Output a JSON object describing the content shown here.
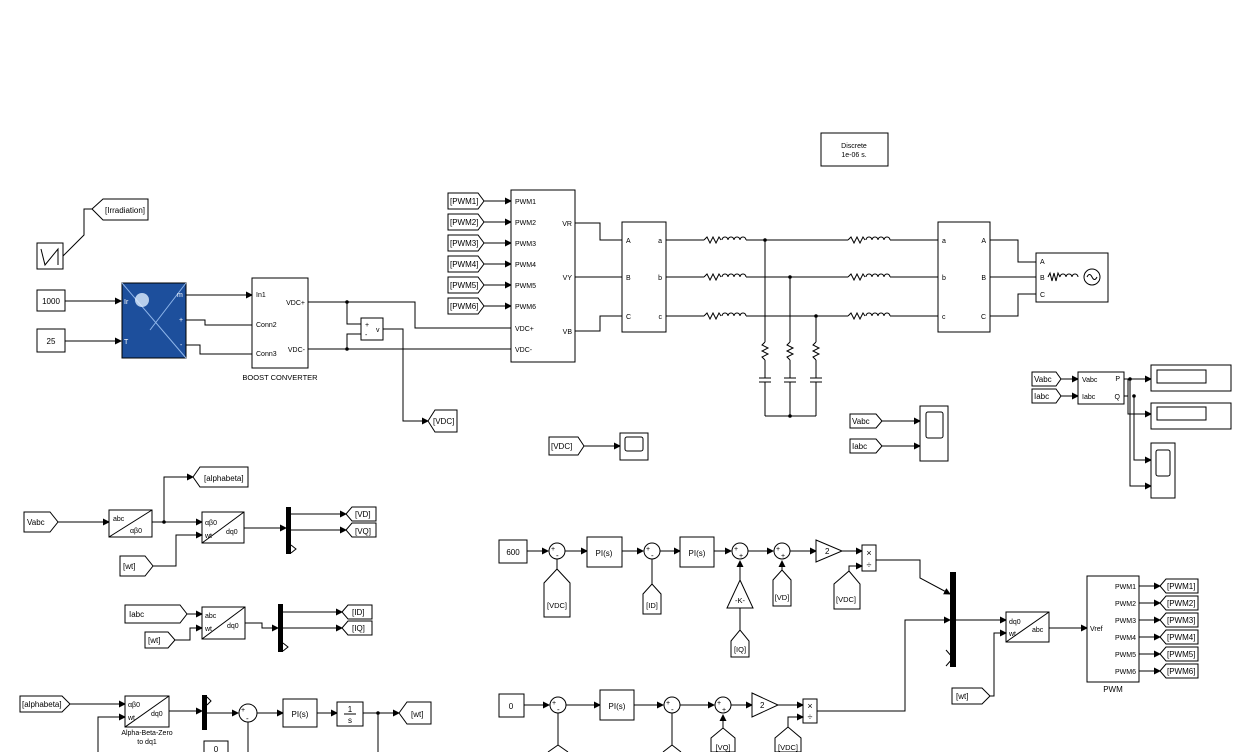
{
  "solver": {
    "line1": "Discrete",
    "line2": "1e-06 s."
  },
  "pv": {
    "irradiation_tag": "[Irradiation]",
    "const_irr": "1000",
    "const_temp": "25",
    "port_ir": "Ir",
    "port_t": "T",
    "port_m": "m",
    "port_plus": "+",
    "port_minus": "-"
  },
  "boost": {
    "label": "BOOST CONVERTER",
    "in1": "In1",
    "conn2": "Conn2",
    "conn3": "Conn3",
    "vdcp": "VDC+",
    "vdcm": "VDC-"
  },
  "vmeter": {
    "plus": "+",
    "minus": "-",
    "v": "v"
  },
  "vdc_tag": "[VDC]",
  "inverter": {
    "pwm_tags": [
      "[PWM1]",
      "[PWM2]",
      "[PWM3]",
      "[PWM4]",
      "[PWM5]",
      "[PWM6]"
    ],
    "ports_in": [
      "PWM1",
      "PWM2",
      "PWM3",
      "PWM4",
      "PWM5",
      "PWM6",
      "VDC+",
      "VDC-"
    ],
    "ports_out": [
      "VR",
      "VY",
      "VB"
    ]
  },
  "vim1": {
    "left": [
      "A",
      "B",
      "C"
    ],
    "right": [
      "a",
      "b",
      "c"
    ]
  },
  "vim2": {
    "left": [
      "a",
      "b",
      "c"
    ],
    "right": [
      "A",
      "B",
      "C"
    ]
  },
  "grid": {
    "ports": [
      "A",
      "B",
      "C"
    ]
  },
  "pq": {
    "in1_tag": "Vabc",
    "in2_tag": "Iabc",
    "in1": "Vabc",
    "in2": "Iabc",
    "out1": "P",
    "out2": "Q"
  },
  "scopes_tags": {
    "vabc": "Vabc",
    "iabc": "Iabc",
    "vdc": "[VDC]"
  },
  "abc2ab": {
    "in_tag": "Vabc",
    "abc": "abc",
    "ab0": "αβ0",
    "alphabeta_tag": "[alphabeta]",
    "ab0_2": "αβ0",
    "wt": "wt",
    "dq0": "dq0",
    "wt_tag": "[wt]",
    "vd_tag": "[VD]",
    "vq_tag": "[VQ]"
  },
  "iabc2dq": {
    "in_tag": "Iabc",
    "abc": "abc",
    "wt": "wt",
    "dq0": "dq0",
    "wt_tag": "[wt]",
    "id_tag": "[ID]",
    "iq_tag": "[IQ]"
  },
  "pll": {
    "in_tag": "[alphabeta]",
    "ab0": "αβ0",
    "wt": "wt",
    "dq0": "dq0",
    "label1": "Alpha-Beta-Zero",
    "label2": "to dq1",
    "pi": "PI(s)",
    "int_num": "1",
    "int_den": "s",
    "out_tag": "[wt]",
    "small": "0",
    "sum_plus": "+",
    "sum_minus": "-"
  },
  "dctrl": {
    "const": "600",
    "pi1": "PI(s)",
    "pi2": "PI(s)",
    "vdc_tag": "[VDC]",
    "id_tag": "[ID]",
    "k": "-K-",
    "iq_tag": "[IQ]",
    "vd_tag": "[VD]",
    "gain": "2",
    "vdc_tag2": "[VDC]",
    "sum_plus": "+",
    "sum_minus": "-",
    "div_times": "×",
    "div_div": "÷"
  },
  "qctrl": {
    "const": "0",
    "pi": "PI(s)",
    "gain": "2",
    "vq_tag": "[VQ]",
    "vdc_tag": "[VDC]",
    "sum_plus": "+",
    "sum_minus": "-",
    "div_times": "×",
    "div_div": "÷"
  },
  "dq2abc": {
    "dq0": "dq0",
    "wt": "wt",
    "abc": "abc",
    "wt_tag": "[wt]"
  },
  "pwm": {
    "label": "PWM",
    "vref": "Vref",
    "ports": [
      "PWM1",
      "PWM2",
      "PWM3",
      "PWM4",
      "PWM5",
      "PWM6"
    ],
    "tags": [
      "[PWM1]",
      "[PWM2]",
      "[PWM3]",
      "[PWM4]",
      "[PWM5]",
      "[PWM6]"
    ]
  }
}
